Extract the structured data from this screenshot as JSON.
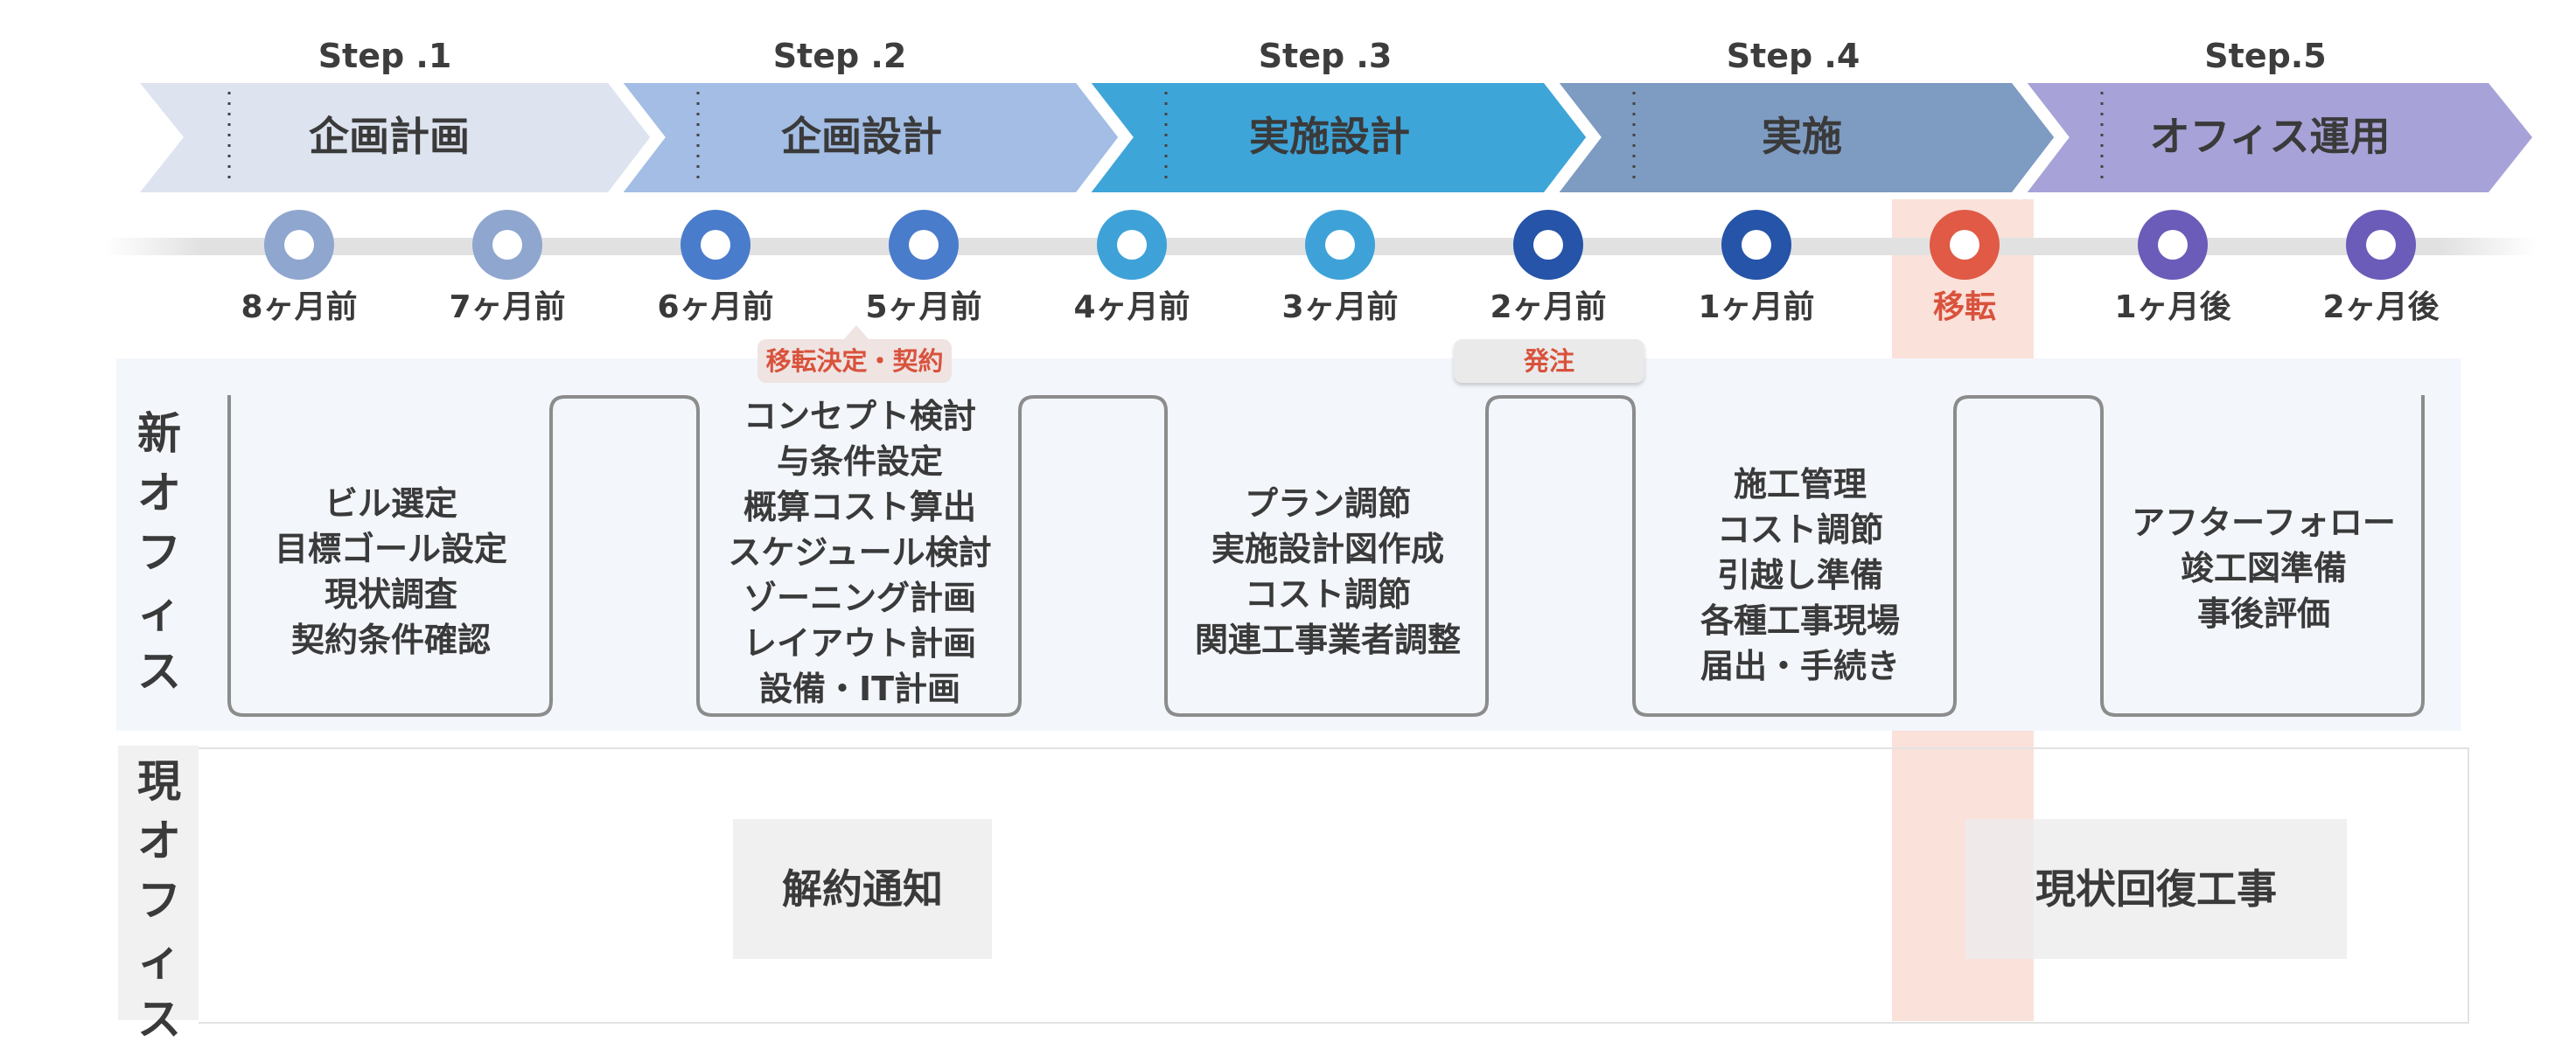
{
  "steps": [
    {
      "label": "Step .1",
      "name": "企画計画",
      "color": "#dde3ef"
    },
    {
      "label": "Step .2",
      "name": "企画設計",
      "color": "#a3bde4"
    },
    {
      "label": "Step .3",
      "name": "実施設計",
      "color": "#3ea5d9"
    },
    {
      "label": "Step .4",
      "name": "実施",
      "color": "#7e9bc2"
    },
    {
      "label": "Step.5",
      "name": "オフィス運用",
      "color": "#a7a3d8"
    }
  ],
  "timeline": [
    {
      "label": "8ヶ月前",
      "color": "#8fa6cf"
    },
    {
      "label": "7ヶ月前",
      "color": "#8fa6cf"
    },
    {
      "label": "6ヶ月前",
      "color": "#4a7ccc"
    },
    {
      "label": "5ヶ月前",
      "color": "#4a7ccc"
    },
    {
      "label": "4ヶ月前",
      "color": "#3ea2d8"
    },
    {
      "label": "3ヶ月前",
      "color": "#3ea2d8"
    },
    {
      "label": "2ヶ月前",
      "color": "#2554a8"
    },
    {
      "label": "1ヶ月前",
      "color": "#2554a8"
    },
    {
      "label": "移転",
      "color": "#e05a45"
    },
    {
      "label": "1ヶ月後",
      "color": "#6a5cb8"
    },
    {
      "label": "2ヶ月後",
      "color": "#6a5cb8"
    }
  ],
  "badges": {
    "contract": "移転決定・契約",
    "order": "発注"
  },
  "rows": {
    "new_office": "新オフィス",
    "current_office": "現オフィス"
  },
  "tasks": [
    [
      "ビル選定",
      "目標ゴール設定",
      "現状調査",
      "契約条件確認"
    ],
    [
      "コンセプト検討",
      "与条件設定",
      "概算コスト算出",
      "スケジュール検討",
      "ゾーニング計画",
      "レイアウト計画",
      "設備・IT計画"
    ],
    [
      "プラン調節",
      "実施設計図作成",
      "コスト調節",
      "関連工事業者調整"
    ],
    [
      "施工管理",
      "コスト調節",
      "引越し準備",
      "各種工事現場",
      "届出・手続き"
    ],
    [
      "アフターフォロー",
      "竣工図準備",
      "事後評価"
    ]
  ],
  "current_office_tasks": {
    "cancel_notice": "解約通知",
    "restoration": "現状回復工事"
  }
}
